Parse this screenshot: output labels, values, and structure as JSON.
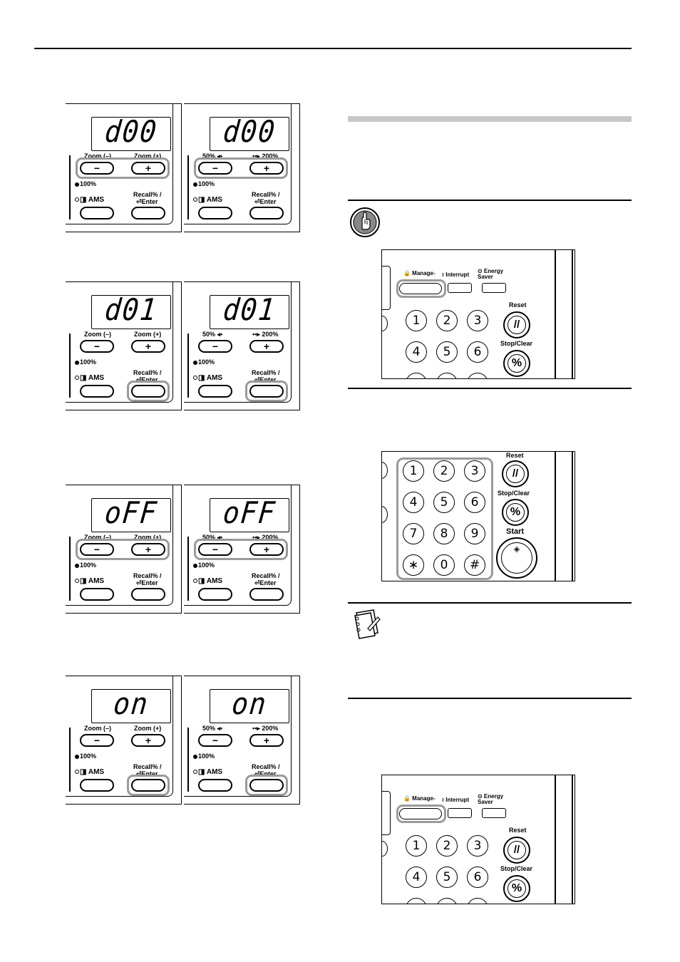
{
  "figures": {
    "left_panels": [
      {
        "display": "d00",
        "zoom_minus_label": "Zoom (–)",
        "zoom_plus_label": "Zoom (+)",
        "highlight": "zoom"
      },
      {
        "display": "d00",
        "zoom_minus_label": "50% ◂•",
        "zoom_plus_label": "••▸ 200%",
        "highlight": "zoom"
      },
      {
        "display": "d01",
        "zoom_minus_label": "Zoom (–)",
        "zoom_plus_label": "Zoom (+)",
        "highlight": "enter"
      },
      {
        "display": "d01",
        "zoom_minus_label": "50% ◂•",
        "zoom_plus_label": "••▸ 200%",
        "highlight": "enter"
      },
      {
        "display": "oFF",
        "zoom_minus_label": "Zoom (–)",
        "zoom_plus_label": "Zoom (+)",
        "highlight": "zoom"
      },
      {
        "display": "oFF",
        "zoom_minus_label": "50% ◂•",
        "zoom_plus_label": "••▸ 200%",
        "highlight": "zoom"
      },
      {
        "display": "on",
        "zoom_minus_label": "Zoom (–)",
        "zoom_plus_label": "Zoom (+)",
        "highlight": "enter"
      },
      {
        "display": "on",
        "zoom_minus_label": "50% ◂•",
        "zoom_plus_label": "••▸ 200%",
        "highlight": "enter"
      }
    ],
    "common": {
      "pct_label": "100%",
      "ams_label": "AMS",
      "recall_label": "Recall% /",
      "enter_label": "Enter",
      "minus": "−",
      "plus": "+"
    },
    "control_panel": {
      "manage_label": "Manage-",
      "interrupt_label": "Interrupt",
      "energy_label_1": "Energy",
      "energy_label_2": "Saver",
      "reset_label": "Reset",
      "stop_clear_label": "Stop/Clear",
      "start_label": "Start",
      "stop_symbol": "%",
      "reset_symbol": "//",
      "keys_row1": [
        "1",
        "2",
        "3"
      ],
      "keys_row2": [
        "4",
        "5",
        "6"
      ],
      "keys_row3": [
        "7",
        "8",
        "9"
      ],
      "keys_row4": [
        "∗",
        "0",
        "#"
      ]
    }
  },
  "colors": {
    "highlight": "#9a9a9a",
    "section_bar": "#c8c8c8"
  }
}
